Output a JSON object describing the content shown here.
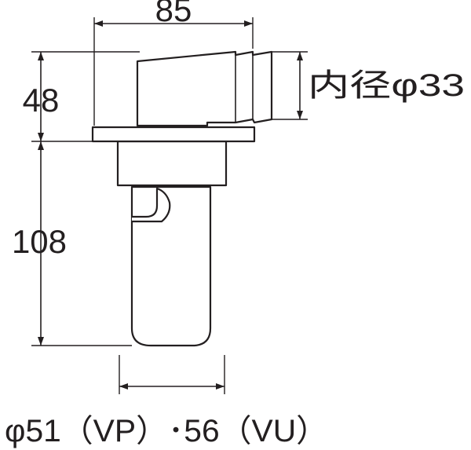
{
  "dimensions": {
    "width_top": "85",
    "height_upper": "48",
    "inner_diameter": "内径φ33",
    "height_lower": "108",
    "pipe_diameter": "φ51（VP）･56（VU）"
  },
  "colors": {
    "line": "#231f20",
    "background": "#ffffff"
  }
}
